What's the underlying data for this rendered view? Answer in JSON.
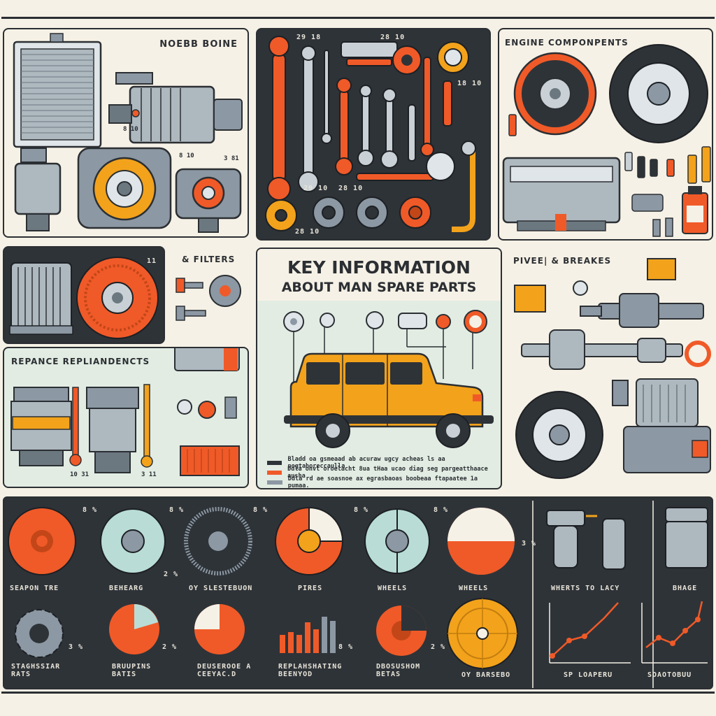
{
  "panels": {
    "engine": {
      "title": "NOEBB BOINE",
      "tags": [
        "8 10",
        "8 10",
        "3 81"
      ]
    },
    "tools": {
      "tags": [
        "29 18",
        "28 10",
        "18 10",
        "29 10",
        "28 10",
        "28 10"
      ]
    },
    "components": {
      "title": "ENGINE COMPONPENTS"
    },
    "filters": {
      "title": "& FILTERS",
      "tags": [
        "11"
      ]
    },
    "replace": {
      "title": "REPANCE REPLIANDENCTS",
      "tags": [
        "10 31",
        "3 11"
      ]
    },
    "key": {
      "title_line1": "KEY INFORMATION",
      "title_line2": "ABOUT MAN SPARE PARTS",
      "notes": [
        "Bladd oa gsmeaad ab acuraw ugcy acheas ls aa pogtahoreccaulla",
        "Ddla ohvt oroelacht 8ua tHaa ucao diag seg pargeatthaace ausha",
        "Ddla rd ae soasnoe ax egrasbaoas boobeaa ftapaatee 1a pumaa."
      ]
    },
    "drives": {
      "title": "PIVEE| & BREAKES"
    },
    "stats": {
      "top_labels": [
        "SEAPON TRE",
        "BEHEARG",
        "OY SLESTEBUON",
        "PIRES",
        "WHEELS",
        "WHEELS",
        "WHERTS TO LACY",
        "BHAGE"
      ],
      "bottom_labels": [
        "STAGHSSIAR RATS",
        "BRUUPINS BATIS",
        "DEUSEROOE A CEEYAC.D",
        "REPLAHSHATING BEENYOD",
        "DBOSUSHOM BETAS",
        "OY BARSEBO",
        "SP LOAPERU",
        "SOAOTOBUU"
      ],
      "pct_tags": [
        "8 %",
        "8 %",
        "8 %",
        "2 %",
        "8 %",
        "8 %",
        "3 %",
        "2 %",
        "8 %",
        "3 %",
        "2 %"
      ]
    }
  },
  "colors": {
    "orange": "#f05a28",
    "amber": "#f3a21b",
    "yellow": "#f2b43a",
    "dark": "#2e3338",
    "steel": "#8c98a3",
    "ink": "#2b2f33",
    "mint": "#e2ece3",
    "cream": "#f6f1e6",
    "teal": "#b9ddd6"
  }
}
